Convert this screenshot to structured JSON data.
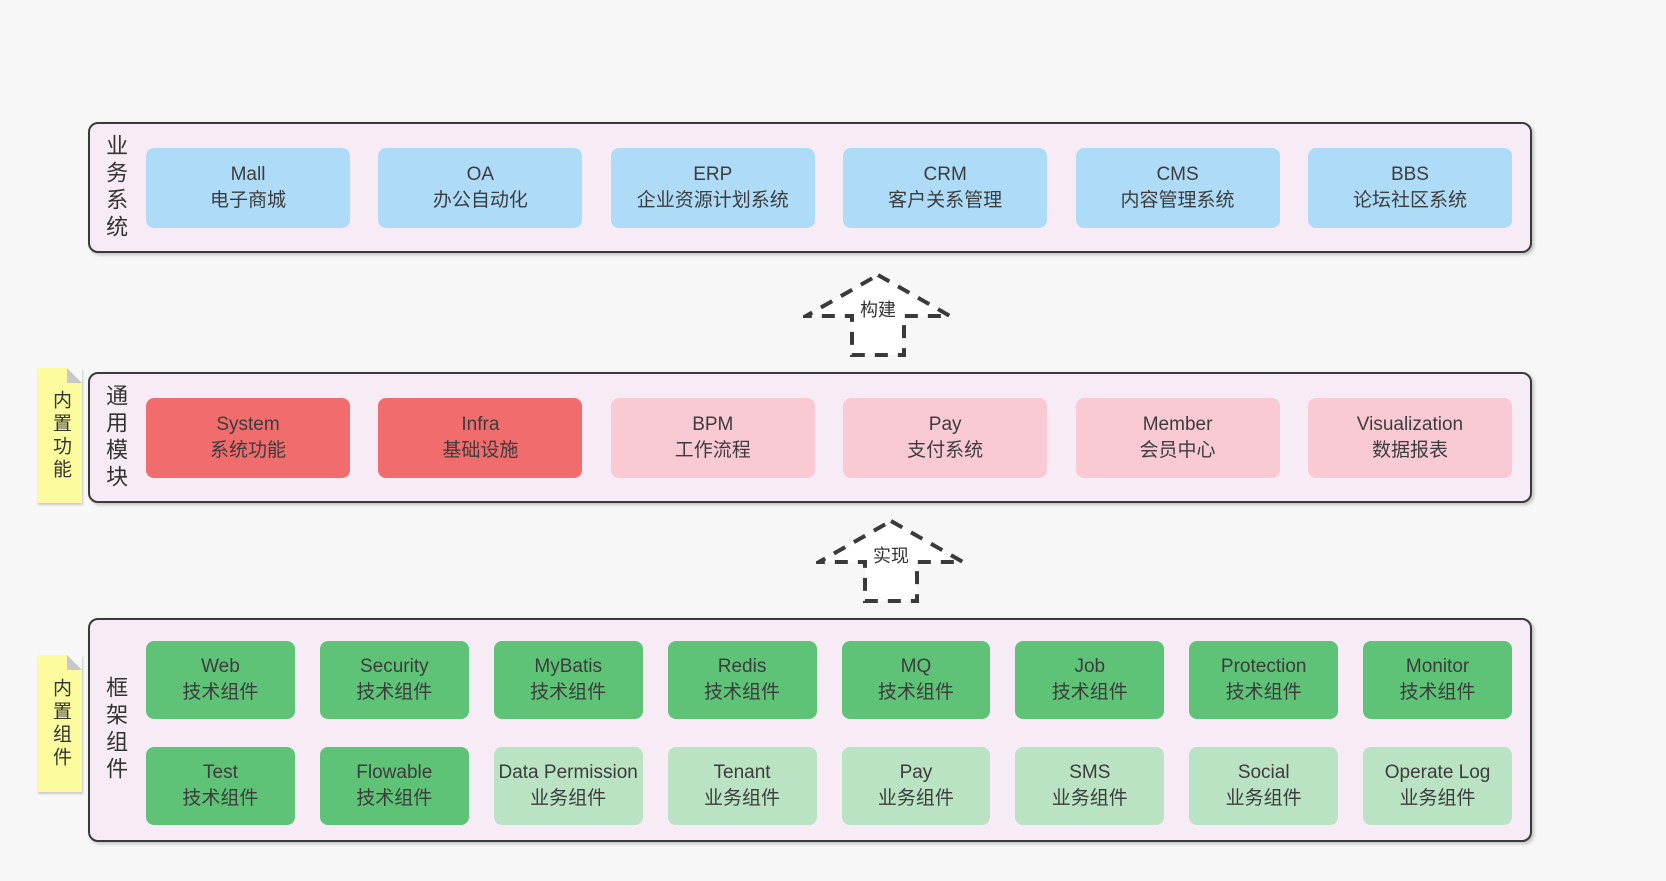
{
  "colors": {
    "page_bg": "#f7f7f7",
    "band_bg": "#f7ebf5",
    "band_border": "#3a3a3a",
    "blue_box": "#aedcf8",
    "red_box": "#f16c6c",
    "pink_box": "#facad4",
    "green_box": "#5fc377",
    "light_green_box": "#bae3c3",
    "sticky_yellow": "#fcfc9e",
    "text": "#3c3c3c"
  },
  "bands": [
    {
      "label": "业务系统",
      "boxes": [
        {
          "en": "Mall",
          "zh": "电子商城"
        },
        {
          "en": "OA",
          "zh": "办公自动化"
        },
        {
          "en": "ERP",
          "zh": "企业资源计划系统"
        },
        {
          "en": "CRM",
          "zh": "客户关系管理"
        },
        {
          "en": "CMS",
          "zh": "内容管理系统"
        },
        {
          "en": "BBS",
          "zh": "论坛社区系统"
        }
      ]
    },
    {
      "label": "通用模块",
      "note": "内置功能",
      "boxes": [
        {
          "en": "System",
          "zh": "系统功能"
        },
        {
          "en": "Infra",
          "zh": "基础设施"
        },
        {
          "en": "BPM",
          "zh": "工作流程"
        },
        {
          "en": "Pay",
          "zh": "支付系统"
        },
        {
          "en": "Member",
          "zh": "会员中心"
        },
        {
          "en": "Visualization",
          "zh": "数据报表"
        }
      ]
    },
    {
      "label": "框架组件",
      "note": "内置组件",
      "boxes": [
        {
          "en": "Web",
          "zh": "技术组件"
        },
        {
          "en": "Security",
          "zh": "技术组件"
        },
        {
          "en": "MyBatis",
          "zh": "技术组件"
        },
        {
          "en": "Redis",
          "zh": "技术组件"
        },
        {
          "en": "MQ",
          "zh": "技术组件"
        },
        {
          "en": "Job",
          "zh": "技术组件"
        },
        {
          "en": "Protection",
          "zh": "技术组件"
        },
        {
          "en": "Monitor",
          "zh": "技术组件"
        },
        {
          "en": "Test",
          "zh": "技术组件"
        },
        {
          "en": "Flowable",
          "zh": "技术组件"
        },
        {
          "en": "Data Permission",
          "zh": "业务组件"
        },
        {
          "en": "Tenant",
          "zh": "业务组件"
        },
        {
          "en": "Pay",
          "zh": "业务组件"
        },
        {
          "en": "SMS",
          "zh": "业务组件"
        },
        {
          "en": "Social",
          "zh": "业务组件"
        },
        {
          "en": "Operate Log",
          "zh": "业务组件"
        }
      ]
    }
  ],
  "arrows": [
    {
      "label": "构建"
    },
    {
      "label": "实现"
    }
  ]
}
